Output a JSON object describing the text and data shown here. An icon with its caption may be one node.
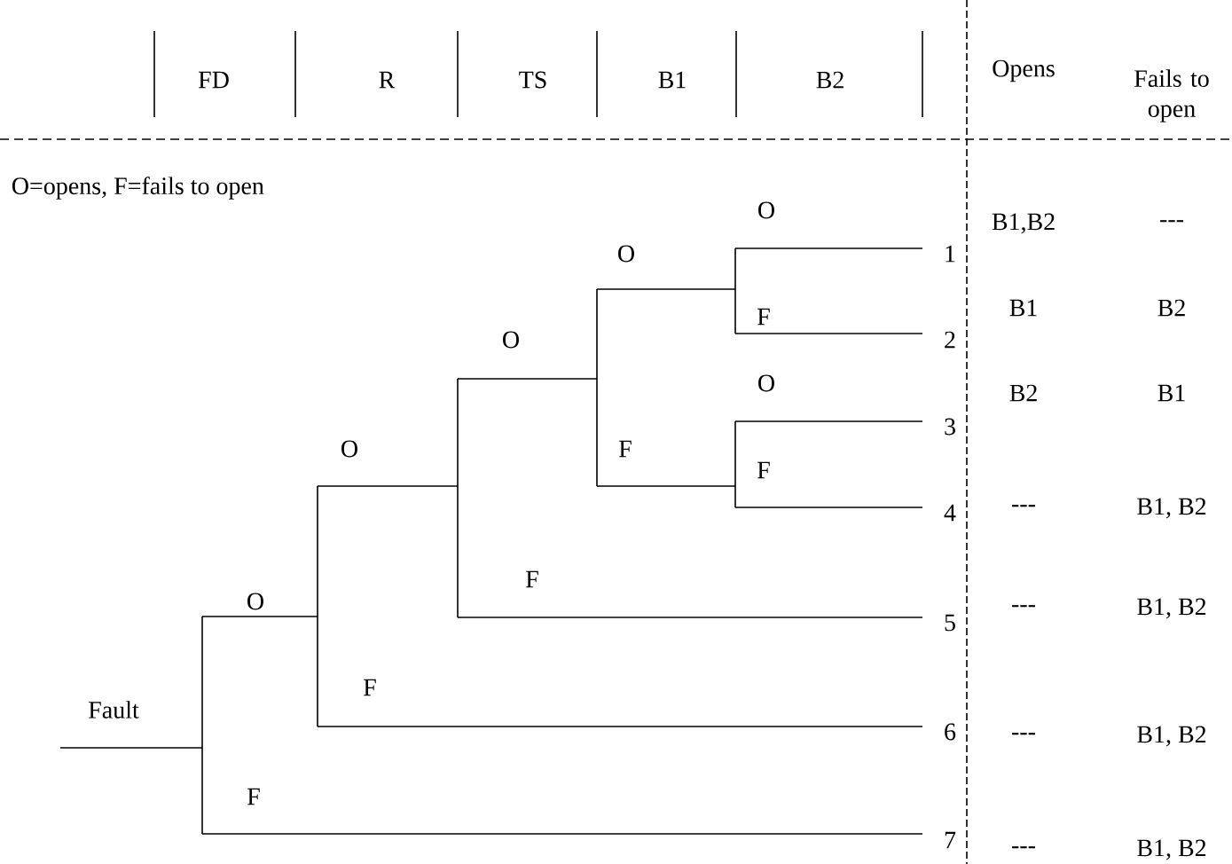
{
  "diagram": {
    "labels": [
      "FD",
      "R",
      "TS",
      "B1",
      "B2",
      "Opens",
      "Fails to open",
      "O=opens, F=fails to open",
      "O",
      "O",
      "F",
      "O",
      "O",
      "O",
      "F",
      "F",
      "F",
      "O",
      "F",
      "F",
      "Fault",
      "1",
      "2",
      "3",
      "4",
      "5",
      "6",
      "7",
      "B1,B2",
      "---",
      "B1",
      "B2",
      "B2",
      "B1",
      "---",
      "B1, B2",
      "---",
      "B1, B2",
      "---",
      "B1, B2",
      "---",
      "B1, B2"
    ]
  }
}
